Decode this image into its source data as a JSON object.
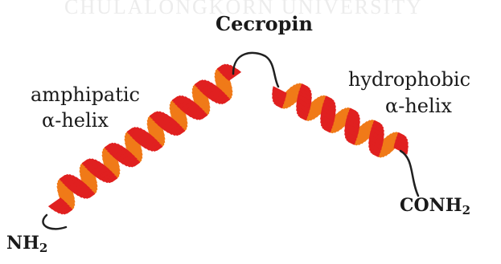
{
  "watermark": "CHULALONGKORN UNIVERSITY",
  "title": "Cecropin",
  "amphipatic": {
    "line1": "amphipatic",
    "line2": "α-helix"
  },
  "hydrophobic": {
    "line1": "hydrophobic",
    "line2": "α-helix"
  },
  "n_terminus": {
    "main": "NH",
    "sub": "2"
  },
  "c_terminus": {
    "main": "CONH",
    "sub": "2"
  },
  "colors": {
    "helix_front": "#e02020",
    "helix_back": "#f07a18",
    "loop": "#202020",
    "text": "#1a1a1a"
  }
}
